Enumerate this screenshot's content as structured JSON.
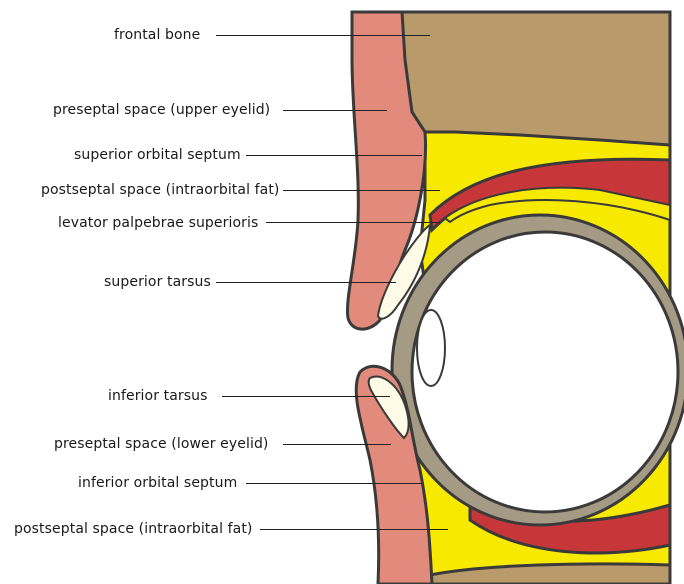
{
  "labels": {
    "frontal_bone": "frontal bone",
    "preseptal_upper": "preseptal space (upper eyelid)",
    "superior_septum": "superior orbital septum",
    "postseptal_upper": "postseptal space (intraorbital fat)",
    "levator": "levator palpebrae superioris",
    "superior_tarsus": "superior tarsus",
    "inferior_tarsus": "inferior tarsus",
    "preseptal_lower": "preseptal space (lower eyelid)",
    "inferior_septum": "inferior orbital septum",
    "postseptal_lower": "postseptal space (intraorbital fat)"
  },
  "colors": {
    "bone": "#b89a6b",
    "eyelid_skin": "#e28a7b",
    "fat": "#f7ea00",
    "muscle": "#c7373a",
    "sclera_wall": "#a59a83",
    "globe": "#ffffff",
    "tarsus": "#fffbe6",
    "outline": "#3a3a3a",
    "optic_stalk": "#ddd8c8"
  }
}
